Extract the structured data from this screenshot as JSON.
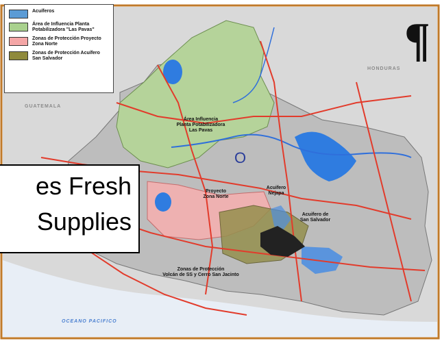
{
  "legend": {
    "items": [
      {
        "label": "Acuíferos",
        "color": "#5b9bd5"
      },
      {
        "label": "Área de Influencia Planta Potabilizadora \"Las Pavas\"",
        "color": "#a9d18e"
      },
      {
        "label": "Zonas de Protección Proyecto Zona Norte",
        "color": "#f4a6a6"
      },
      {
        "label": "Zonas de Protección Acuífero San Salvador",
        "color": "#8f8a3c"
      }
    ]
  },
  "symbol": "¶",
  "countries": {
    "honduras": "HONDURAS",
    "guatemala": "GUATEMALA"
  },
  "ocean": "OCEANO PACIFICO",
  "labels": {
    "area_influencia": "Área Influencia\nPlanta Potabilizadora\nLas Pavas",
    "proyecto": "Proyecto\nZona Norte",
    "nejapa": "Acuifero\nNejapa",
    "san_salvador": "Acuifero de\nSan Salvador",
    "zonas_proteccion": "Zonas de Protección\nVolcán de SS y Cerro San Jacinto"
  },
  "marker": "O",
  "callout": {
    "line1": "es Fresh",
    "line2": "Supplies"
  }
}
